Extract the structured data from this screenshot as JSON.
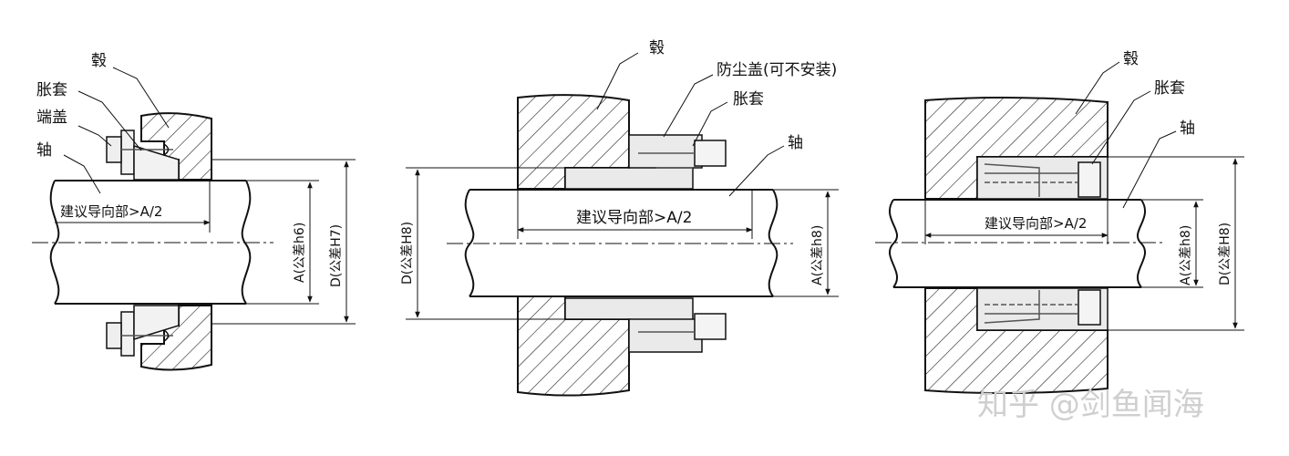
{
  "diagrams": [
    {
      "labels": {
        "hub": "毂",
        "sleeve": "胀套",
        "end_cap": "端盖",
        "shaft": "轴",
        "guide": "建议导向部>A/2",
        "dim_a": "A(公差h6)",
        "dim_d": "D(公差H7)"
      }
    },
    {
      "labels": {
        "hub": "毂",
        "dust_cover": "防尘盖(可不安装)",
        "sleeve": "胀套",
        "shaft": "轴",
        "guide": "建议导向部>A/2",
        "dim_d": "D(公差H8)",
        "dim_a": "A(公差h8)"
      }
    },
    {
      "labels": {
        "hub": "毂",
        "sleeve": "胀套",
        "shaft": "轴",
        "guide": "建议导向部>A/2",
        "dim_a": "A(公差h8)",
        "dim_d": "D(公差H8)"
      }
    }
  ],
  "watermark": "知乎 @剑鱼闻海"
}
